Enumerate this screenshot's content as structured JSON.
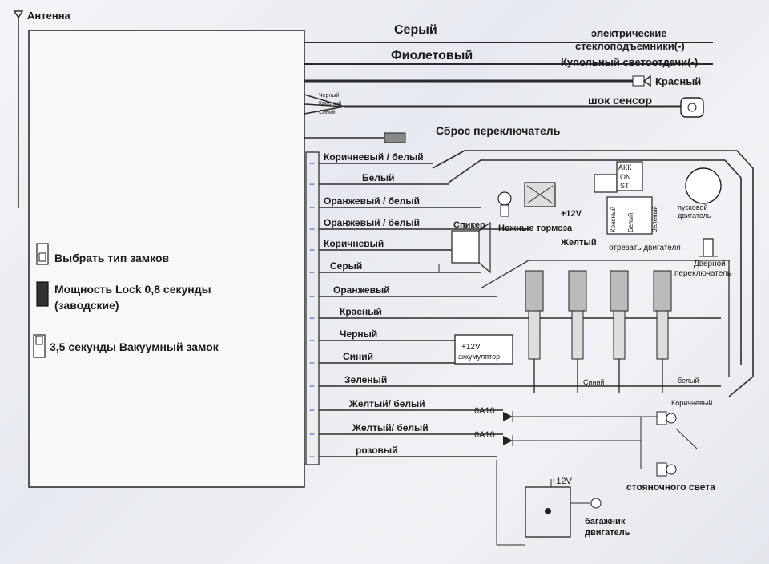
{
  "antenna": "Антенна",
  "top_wires": {
    "gray": "Серый",
    "violet": "Фиолетовый",
    "windows_line1": "электрические",
    "windows_line2": "стеклоподъемники(-)",
    "dome_light": "Купольный светоотдачи(-)",
    "red": "Красный",
    "shock_black": "Черный",
    "shock_red": "Красный",
    "shock_blue": "Синий",
    "shock_sensor": "шок сенсор",
    "reset_switch": "Сброс переключатель"
  },
  "left_panel": {
    "lock_type": "Выбрать тип замков",
    "lock_power_line1": "Мощность Lock 0,8 секунды",
    "lock_power_line2": "(заводские)",
    "vacuum_lock": "3,5 секунды Вакуумный замок"
  },
  "wires": [
    "Коричневый / белый",
    "Белый",
    "Оранжевый / белый",
    "Оранжевый / белый",
    "Коричневый",
    "Серый",
    "Оранжевый",
    "Красный",
    "Черный",
    "Синий",
    "Зеленый",
    "Желтый/ белый",
    "Желтый/ белый",
    "розовый"
  ],
  "components": {
    "foot_brake": "Ножные тормоза",
    "plus12": "+12V",
    "speaker": "Спикер",
    "yellow": "Желтый",
    "cut_engine": "отрезать двигателя",
    "starter_line1": "пусковой",
    "starter_line2": "двигатель",
    "akk": "АКК",
    "on": "ON",
    "st": "ST",
    "red_v": "Красный",
    "white_v": "Белый",
    "green_v": "Зеленый",
    "door_line1": "Дверной",
    "door_line2": "переключатель",
    "battery_line1": "+12V",
    "battery_line2": "аккумулятор",
    "blue_small": "Синий",
    "white_small": "белый",
    "brown_small": "Коричневый",
    "fuse1": "6A10",
    "fuse2": "6A10",
    "parking_lights": "стояночного света",
    "trunk_plus": "+12V",
    "trunk_line1": "багажник",
    "trunk_line2": "двигатель"
  }
}
